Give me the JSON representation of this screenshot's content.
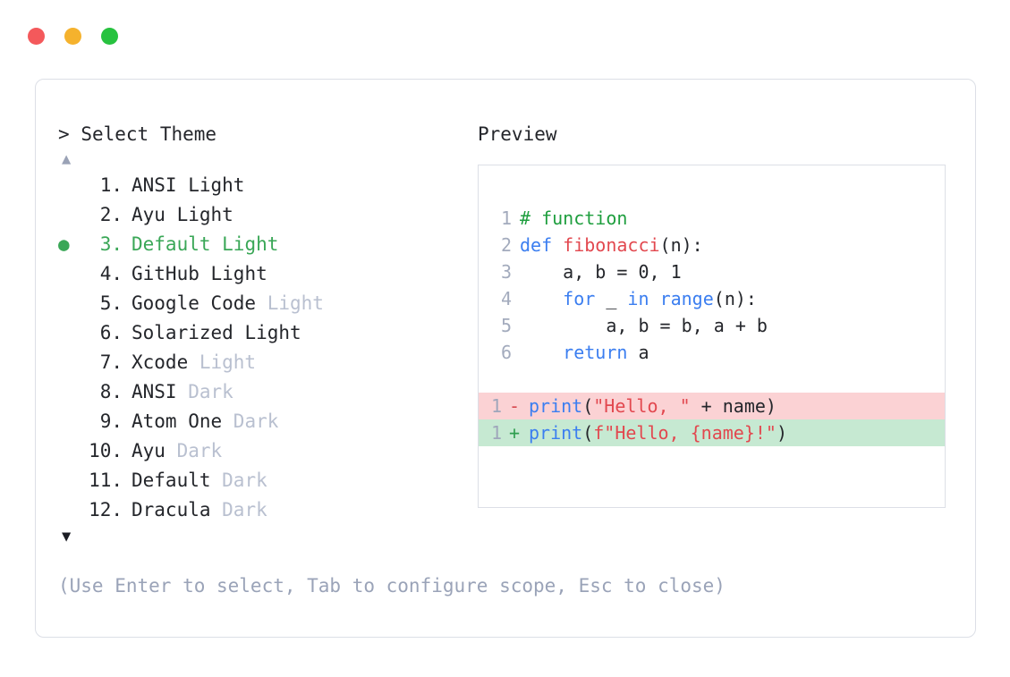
{
  "window": {
    "traffic_lights": [
      {
        "name": "close",
        "color": "#f4595b"
      },
      {
        "name": "minimize",
        "color": "#f5b22d"
      },
      {
        "name": "maximize",
        "color": "#27c23f"
      }
    ]
  },
  "left_pane": {
    "prompt_caret": ">",
    "prompt_title": "Select Theme",
    "scroll_up_glyph": "▲",
    "scroll_down_glyph": "▼",
    "scroll_up_active": false,
    "scroll_down_active": true,
    "selected_bullet": "●",
    "selected_index": 3,
    "items": [
      {
        "num": " 1.",
        "name": "ANSI",
        "variant": "Light",
        "variant_muted": false,
        "selected": false
      },
      {
        "num": " 2.",
        "name": "Ayu",
        "variant": "Light",
        "variant_muted": false,
        "selected": false
      },
      {
        "num": " 3.",
        "name": "Default",
        "variant": "Light",
        "variant_muted": false,
        "selected": true
      },
      {
        "num": " 4.",
        "name": "GitHub",
        "variant": "Light",
        "variant_muted": false,
        "selected": false
      },
      {
        "num": " 5.",
        "name": "Google Code",
        "variant": "Light",
        "variant_muted": true,
        "selected": false
      },
      {
        "num": " 6.",
        "name": "Solarized",
        "variant": "Light",
        "variant_muted": false,
        "selected": false
      },
      {
        "num": " 7.",
        "name": "Xcode",
        "variant": "Light",
        "variant_muted": true,
        "selected": false
      },
      {
        "num": " 8.",
        "name": "ANSI",
        "variant": "Dark",
        "variant_muted": true,
        "selected": false
      },
      {
        "num": " 9.",
        "name": "Atom One",
        "variant": "Dark",
        "variant_muted": true,
        "selected": false
      },
      {
        "num": "10.",
        "name": "Ayu",
        "variant": "Dark",
        "variant_muted": true,
        "selected": false
      },
      {
        "num": "11.",
        "name": "Default",
        "variant": "Dark",
        "variant_muted": true,
        "selected": false
      },
      {
        "num": "12.",
        "name": "Dracula",
        "variant": "Dark",
        "variant_muted": true,
        "selected": false
      }
    ],
    "hint": "(Use Enter to select, Tab to configure scope, Esc to close)"
  },
  "right_pane": {
    "preview_label": "Preview",
    "code_lines": [
      {
        "ln": "1",
        "tokens": [
          {
            "t": "# function",
            "c": "comment"
          }
        ]
      },
      {
        "ln": "2",
        "tokens": [
          {
            "t": "def ",
            "c": "kw"
          },
          {
            "t": "fibonacci",
            "c": "fn"
          },
          {
            "t": "(n):",
            "c": "plain"
          }
        ]
      },
      {
        "ln": "3",
        "tokens": [
          {
            "t": "    a, b = 0, 1",
            "c": "plain"
          }
        ]
      },
      {
        "ln": "4",
        "tokens": [
          {
            "t": "    ",
            "c": "plain"
          },
          {
            "t": "for",
            "c": "kw"
          },
          {
            "t": " _ ",
            "c": "plain"
          },
          {
            "t": "in",
            "c": "kw"
          },
          {
            "t": " ",
            "c": "plain"
          },
          {
            "t": "range",
            "c": "kw"
          },
          {
            "t": "(n):",
            "c": "plain"
          }
        ]
      },
      {
        "ln": "5",
        "tokens": [
          {
            "t": "        a, b = b, a + b",
            "c": "plain"
          }
        ]
      },
      {
        "ln": "6",
        "tokens": [
          {
            "t": "    ",
            "c": "plain"
          },
          {
            "t": "return",
            "c": "kw"
          },
          {
            "t": " a",
            "c": "plain"
          }
        ]
      }
    ],
    "diff_lines": [
      {
        "ln": "1",
        "kind": "del",
        "sign": "-",
        "tokens": [
          {
            "t": "print",
            "c": "kw"
          },
          {
            "t": "(",
            "c": "plain"
          },
          {
            "t": "\"Hello, \"",
            "c": "str"
          },
          {
            "t": " + name)",
            "c": "plain"
          }
        ]
      },
      {
        "ln": "1",
        "kind": "add",
        "sign": "+",
        "tokens": [
          {
            "t": "print",
            "c": "kw"
          },
          {
            "t": "(",
            "c": "plain"
          },
          {
            "t": "f\"Hello, {name}!\"",
            "c": "str"
          },
          {
            "t": ")",
            "c": "plain"
          }
        ]
      }
    ]
  },
  "colors": {
    "accent_selected": "#3aa757",
    "muted_text": "#b9c0d0",
    "hint_text": "#9aa3b8",
    "border": "#dcdfe6",
    "diff_del_bg": "#fbd2d4",
    "diff_add_bg": "#c6e9d2",
    "syntax_comment": "#1e9e3e",
    "syntax_keyword": "#3b7ef0",
    "syntax_function": "#e2484f",
    "syntax_string": "#e2484f",
    "syntax_plain": "#24262b"
  }
}
